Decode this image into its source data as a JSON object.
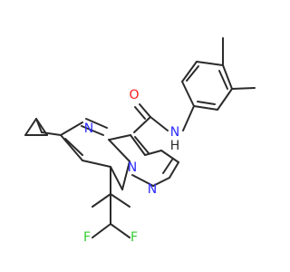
{
  "molecule": {
    "atom_labels": {
      "o_carbonyl": "O",
      "n_amide": "N",
      "h_amide": "H",
      "n_ring_top": "N",
      "n_bridge": "N",
      "n_pyrazole": "N",
      "f_left": "F",
      "f_right": "F"
    },
    "colors": {
      "bond": "#2b2b2b",
      "nitrogen": "#2b2bff",
      "oxygen": "#ff1a1a",
      "fluorine": "#33cc33",
      "background": "#ffffff"
    }
  }
}
